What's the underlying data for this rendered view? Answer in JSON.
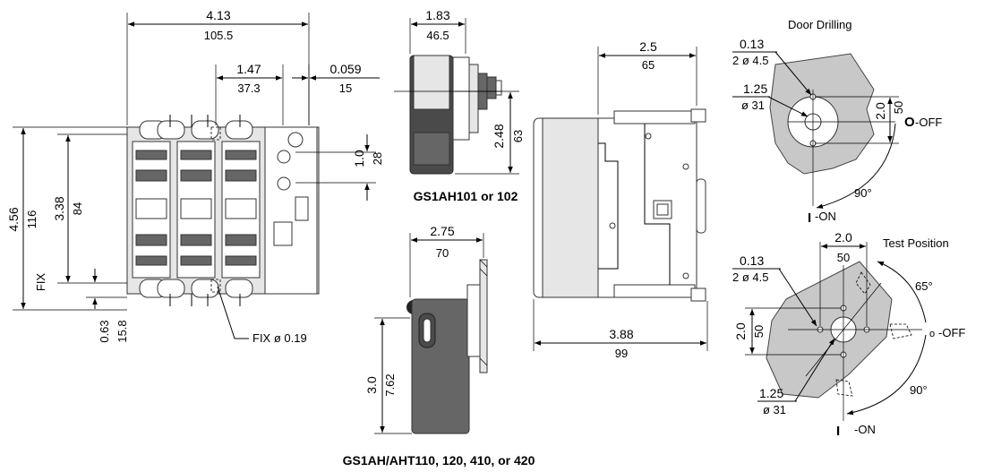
{
  "front_view": {
    "width_in": "4.13",
    "width_mm": "105.5",
    "pitch_in": "1.47",
    "pitch_mm": "37.3",
    "offset_in": "0.059",
    "offset_mm": "15",
    "height_in": "4.56",
    "height_mm": "116",
    "inner_in": "3.38",
    "inner_mm": "84",
    "fix_label": "FIX",
    "bottom_in": "0.63",
    "bottom_mm": "15.8",
    "hole_in": "1.0",
    "hole_mm": "28",
    "fix_hole_label": "FIX ø 0.19"
  },
  "side_view_102": {
    "width_in": "1.83",
    "width_mm": "46.5",
    "height_in": "2.48",
    "height_mm": "63",
    "caption": "GS1AH101 or 102"
  },
  "handle_view": {
    "width_in": "2.75",
    "width_mm": "70",
    "height_in": "3.0",
    "height_mm": "7.62",
    "caption": "GS1AH/AHT110, 120, 410, or 420"
  },
  "side_view": {
    "top_in": "2.5",
    "top_mm": "65",
    "bottom_in": "3.88",
    "bottom_mm": "99"
  },
  "door_drilling": {
    "title": "Door Drilling",
    "small_hole_in": "0.13",
    "small_hole_mm": "2 ø 4.5",
    "big_hole_in": "1.25",
    "big_hole_mm": "ø 31",
    "spacing_in": "2.0",
    "spacing_mm": "50",
    "off_symbol": "O",
    "off_label": "-OFF",
    "angle": "90°",
    "on_symbol": "I",
    "on_label": "-ON"
  },
  "test_position": {
    "title": "Test Position",
    "small_hole_in": "0.13",
    "small_hole_mm": "2 ø 4.5",
    "top_in": "2.0",
    "top_mm": "50",
    "left_in": "2.0",
    "left_mm": "50",
    "big_hole_in": "1.25",
    "big_hole_mm": "ø 31",
    "angle_test": "65°",
    "off_symbol": "o",
    "off_label": "-OFF",
    "angle": "90°",
    "on_symbol": "I",
    "on_label": "-ON"
  }
}
